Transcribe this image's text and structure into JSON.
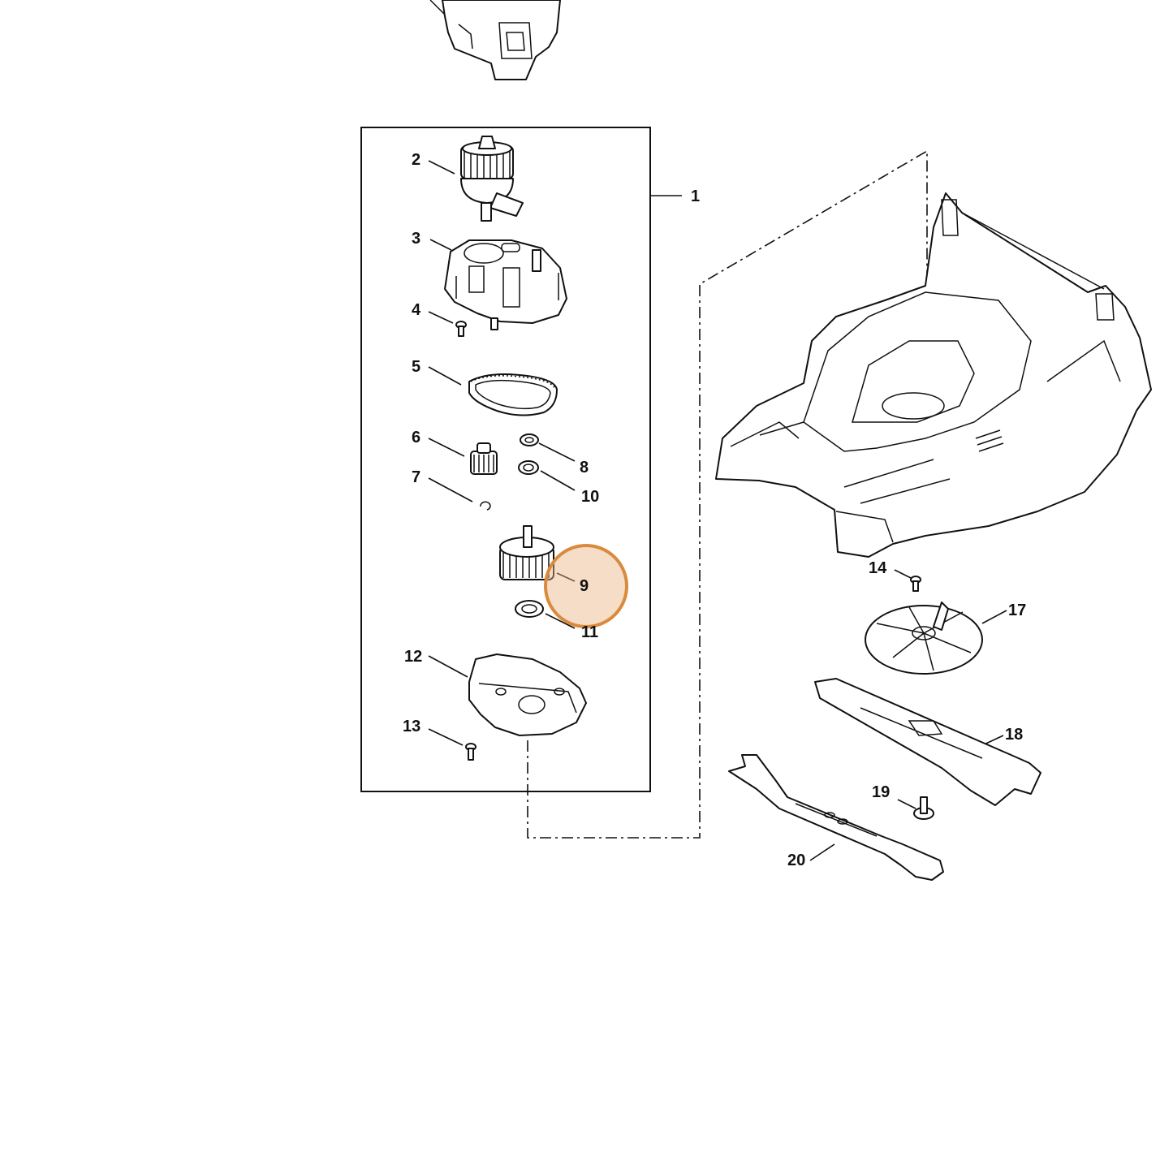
{
  "diagram": {
    "callouts": [
      {
        "id": "1",
        "label": "1"
      },
      {
        "id": "2",
        "label": "2"
      },
      {
        "id": "3",
        "label": "3"
      },
      {
        "id": "4",
        "label": "4"
      },
      {
        "id": "5",
        "label": "5"
      },
      {
        "id": "6",
        "label": "6"
      },
      {
        "id": "7",
        "label": "7"
      },
      {
        "id": "8",
        "label": "8"
      },
      {
        "id": "9",
        "label": "9"
      },
      {
        "id": "10",
        "label": "10"
      },
      {
        "id": "11",
        "label": "11"
      },
      {
        "id": "12",
        "label": "12"
      },
      {
        "id": "13",
        "label": "13"
      },
      {
        "id": "14",
        "label": "14"
      },
      {
        "id": "17",
        "label": "17"
      },
      {
        "id": "18",
        "label": "18"
      },
      {
        "id": "19",
        "label": "19"
      },
      {
        "id": "20",
        "label": "20"
      }
    ],
    "highlight": {
      "callout": "9",
      "color": "#D98A3D",
      "fill": "#E9B383"
    },
    "colors": {
      "line": "#111111",
      "background": "#ffffff"
    }
  }
}
